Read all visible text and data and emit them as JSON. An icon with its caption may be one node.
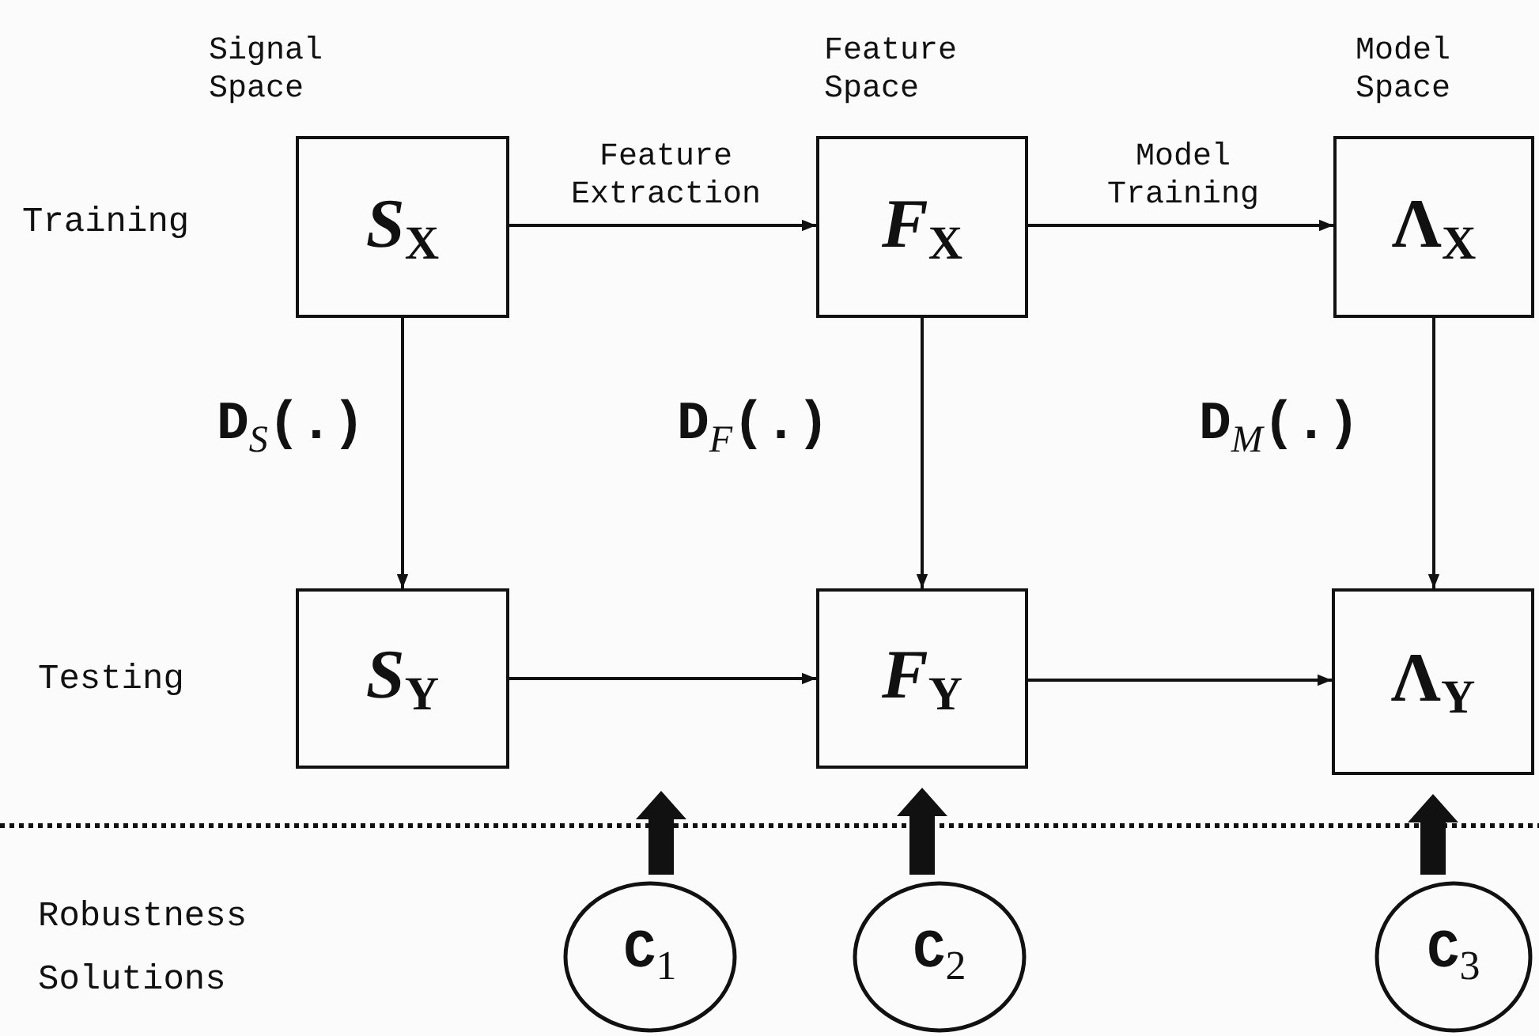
{
  "diagram": {
    "nodes": [
      {
        "text": [
          "Signal Space",
          "*S*$_{X}$"
        ]
      },
      {
        "text": [
          "Feature Space",
          "*F*$_{X}$"
        ]
      },
      {
        "text": [
          "Model Space",
          "Λ$_{X}$"
        ]
      },
      {
        "text": [
          "*S*$_{Y}$"
        ]
      },
      {
        "text": [
          "*F*$_{Y}$"
        ]
      },
      {
        "text": [
          "Λ$_{Y}$"
        ]
      },
      {
        "text": [
          "C$_{1}$"
        ]
      },
      {
        "text": [
          "C$_{2}$"
        ]
      },
      {
        "text": [
          "C$_{3}$"
        ]
      }
    ],
    "edges": [
      {
        "from": 0,
        "to": 1,
        "arrow": "to",
        "label": "Feature Extraction"
      },
      {
        "from": 1,
        "to": 2,
        "arrow": "to",
        "label": "Model Training"
      },
      {
        "from": 0,
        "to": 3,
        "arrow": "to",
        "label": "D$_{S}$(.)"
      },
      {
        "from": 1,
        "to": 4,
        "arrow": "to",
        "label": "D$_{F}$(.)"
      },
      {
        "from": 2,
        "to": 5,
        "arrow": "to",
        "label": "D$_{M}$(.)"
      },
      {
        "from": 3,
        "to": 4,
        "arrow": "to"
      },
      {
        "from": 4,
        "to": 5,
        "arrow": "to"
      },
      {
        "from": 6,
        "to": null,
        "arrow": "to",
        "style": "thick"
      },
      {
        "from": 7,
        "to": 4,
        "arrow": "to",
        "style": "thick"
      },
      {
        "from": 8,
        "to": 5,
        "arrow": "to",
        "style": "thick"
      }
    ],
    "labels": [
      "Training",
      "Testing",
      "Robustness Solutions"
    ]
  }
}
